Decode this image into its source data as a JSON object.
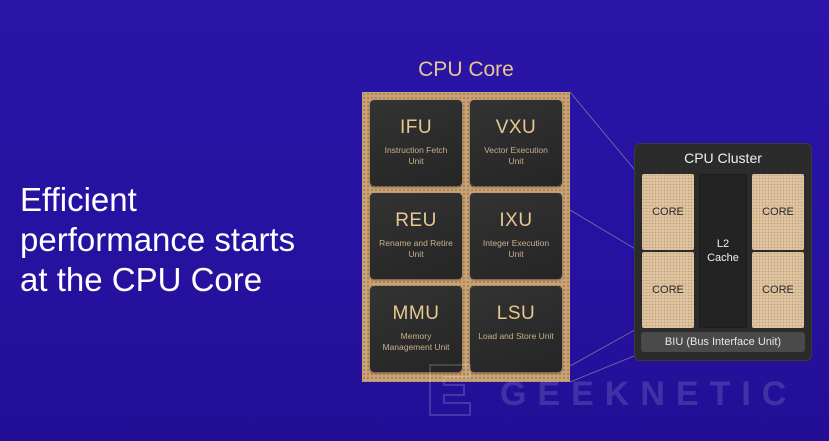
{
  "headline": {
    "line1": "Efficient",
    "line2": "performance starts",
    "line3": "at the CPU Core"
  },
  "cpu_core": {
    "title": "CPU Core",
    "units": [
      {
        "abbr": "IFU",
        "full": "Instruction Fetch Unit"
      },
      {
        "abbr": "VXU",
        "full": "Vector Execution Unit"
      },
      {
        "abbr": "REU",
        "full": "Rename and Retire Unit"
      },
      {
        "abbr": "IXU",
        "full": "Integer Execution Unit"
      },
      {
        "abbr": "MMU",
        "full": "Memory Management Unit"
      },
      {
        "abbr": "LSU",
        "full": "Load and Store Unit"
      }
    ]
  },
  "cpu_cluster": {
    "title": "CPU Cluster",
    "cores": [
      "CORE",
      "CORE",
      "CORE",
      "CORE"
    ],
    "l2_line1": "L2",
    "l2_line2": "Cache",
    "biu": "BIU (Bus Interface Unit)"
  },
  "watermark": {
    "text": "GEEKNETIC"
  },
  "colors": {
    "background": "#2612a0",
    "accent_gold": "#e6c68f",
    "board": "#c9a376",
    "unit_bg": "#2b2b2b",
    "cluster_bg": "#2b2b2b"
  }
}
